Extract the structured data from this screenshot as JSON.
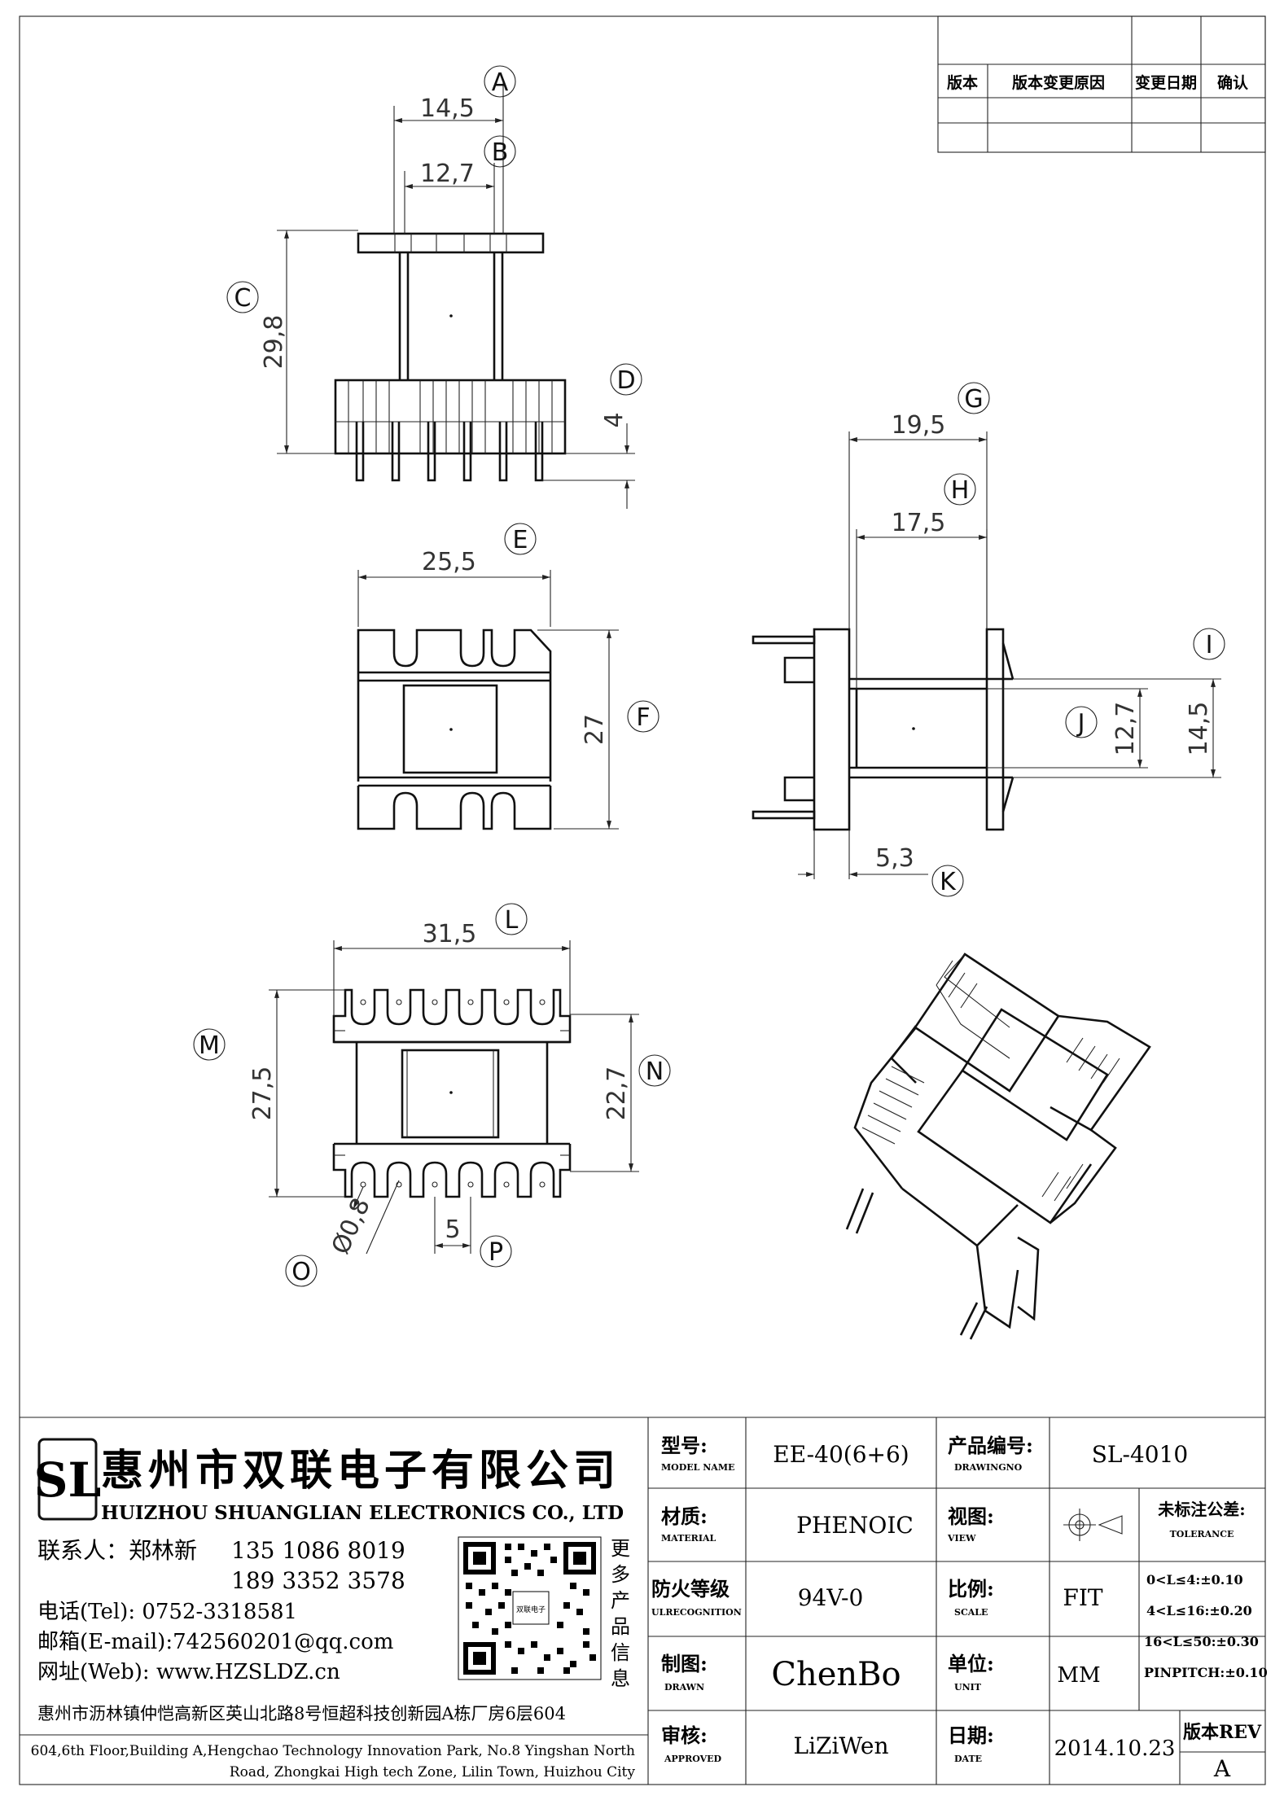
{
  "revision_table": {
    "headers": [
      "版本",
      "版本变更原因",
      "变更日期",
      "确认"
    ]
  },
  "views": {
    "top": {
      "dim_a": "14,5",
      "dim_b": "12,7",
      "dim_c": "29,8",
      "dim_d": "4"
    },
    "front": {
      "dim_e": "25,5",
      "dim_f": "27"
    },
    "side": {
      "dim_g": "19,5",
      "dim_h": "17,5",
      "dim_i": "14,5",
      "dim_j": "12,7",
      "dim_k": "5,3"
    },
    "bottom": {
      "dim_l": "31,5",
      "dim_m": "27,5",
      "dim_n": "22,7",
      "dim_o": "Ø0,8",
      "dim_p": "5"
    }
  },
  "bubbles": [
    "A",
    "B",
    "C",
    "D",
    "E",
    "F",
    "G",
    "H",
    "I",
    "J",
    "K",
    "L",
    "M",
    "N",
    "O",
    "P"
  ],
  "company": {
    "name_cn": "惠州市双联电子有限公司",
    "name_en": "HUIZHOU SHUANGLIAN ELECTRONICS CO., LTD",
    "contact_label": "联系人：郑林新",
    "phone1": "135 1086 8019",
    "phone2": "189 3352 3578",
    "tel": "电话(Tel): 0752-3318581",
    "email": "邮箱(E-mail):742560201@qq.com",
    "web": "网址(Web): www.HZSLDZ.cn",
    "qr_side_text": [
      "更",
      "多",
      "产",
      "品",
      "信",
      "息"
    ],
    "address_cn": "惠州市沥林镇仲恺高新区英山北路8号恒超科技创新园A栋厂房6层604",
    "address_en_1": "604,6th Floor,Building A,Hengchao Technology Innovation Park, No.8 Yingshan North",
    "address_en_2": "Road, Zhongkai High tech Zone, Lilin Town, Huizhou City",
    "logo_letters": "SL",
    "qr_label": "双联电子"
  },
  "title_block": {
    "model_label": "型号:",
    "model_label_en": "MODEL NAME",
    "model_value": "EE-40(6+6)",
    "drawingno_label": "产品编号:",
    "drawingno_label_en": "DRAWINGNO",
    "drawingno_value": "SL-4010",
    "material_label": "材质:",
    "material_label_en": "MATERIAL",
    "material_value": "PHENOIC",
    "view_label": "视图:",
    "view_label_en": "VIEW",
    "tolerance_label": "未标注公差:",
    "tolerance_label_en": "TOLERANCE",
    "tolerances": [
      "0<L≤4:±0.10",
      "4<L≤16:±0.20",
      "16<L≤50:±0.30",
      "PINPITCH:±0.10"
    ],
    "ul_label": "防火等级",
    "ul_label_en": "ULRECOGNITION",
    "ul_value": "94V-0",
    "scale_label": "比例:",
    "scale_label_en": "SCALE",
    "scale_value": "FIT",
    "drawn_label": "制图:",
    "drawn_label_en": "DRAWN",
    "drawn_value": "ChenBo",
    "unit_label": "单位:",
    "unit_label_en": "UNIT",
    "unit_value": "MM",
    "approved_label": "审核:",
    "approved_label_en": "APPROVED",
    "approved_value": "LiZiWen",
    "date_label": "日期:",
    "date_label_en": "DATE",
    "date_value": "2014.10.23",
    "rev_label": "版本REV",
    "rev_value": "A"
  }
}
